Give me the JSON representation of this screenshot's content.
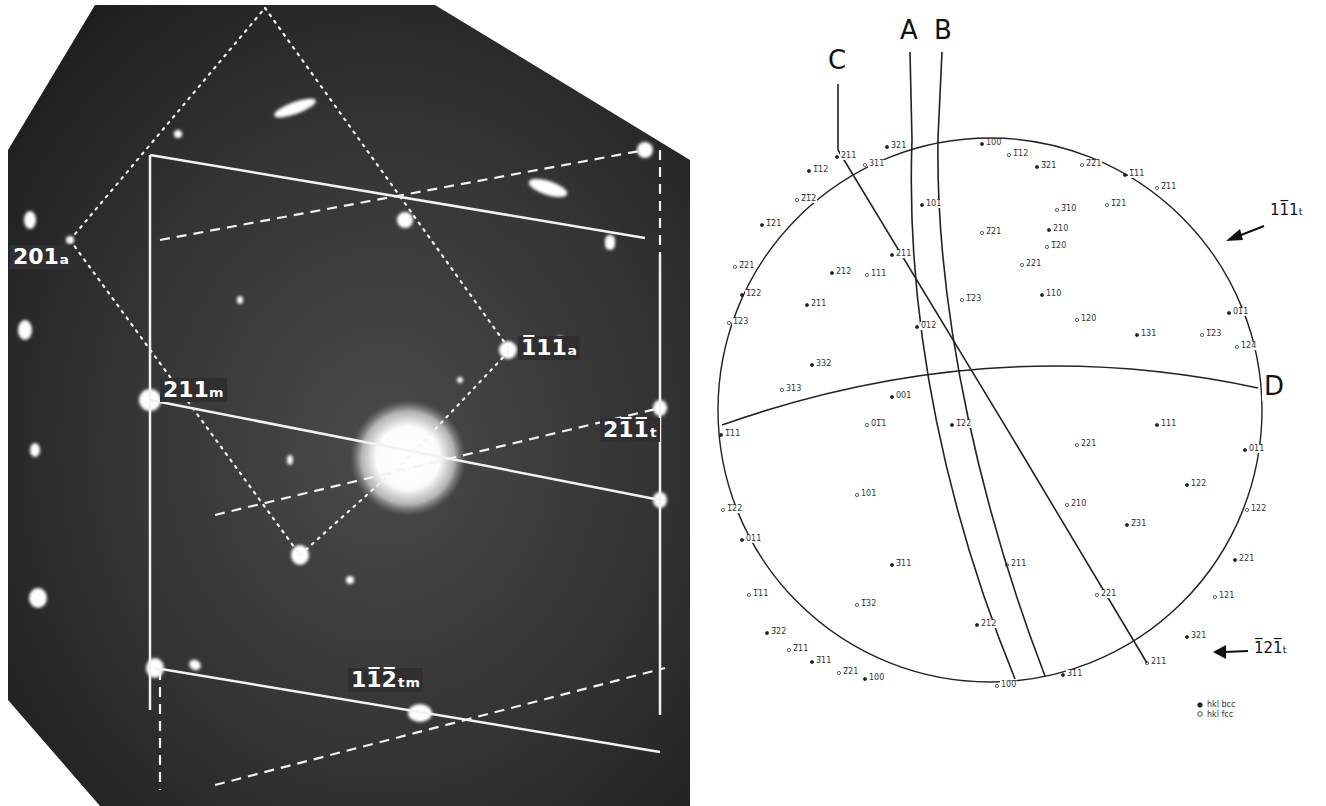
{
  "diagram": {
    "labels": [
      "201ₐ",
      "211ₘ",
      "1̅11ₐ",
      "21̅1̅ₜ",
      "11̅2̅ₜₘ",
      "A",
      "B",
      "C",
      "D",
      "11̅1ₜ",
      "1̅21̅ₜ",
      "100",
      "1̅12",
      "321",
      "2̅21",
      "1̅11",
      "2̅11",
      "211",
      "311",
      "1̅12",
      "2̅1̅2",
      "1̅21",
      "2̅21",
      "1̅22",
      "1̅23",
      "1̅11",
      "1̅22",
      "011",
      "1̅11",
      "3̅22",
      "2̅11",
      "3̅11",
      "2̅21",
      "100",
      "100",
      "311",
      "211",
      "321",
      "121",
      "221",
      "122",
      "011",
      "124",
      "011",
      "3̅10",
      "210",
      "1̅20",
      "101",
      "2̅21",
      "3̅21",
      "1̅21",
      "211",
      "111",
      "212",
      "1̅23",
      "0̅12",
      "221",
      "110",
      "120",
      "131",
      "1̅23",
      "001",
      "01̅1",
      "1̅22",
      "221",
      "111",
      "210",
      "2̅31",
      "211",
      "3̅11",
      "101",
      "122",
      "1̅32",
      "212",
      "221",
      "332",
      "313",
      "211"
    ],
    "legend": [
      {
        "text": "hkl bcc"
      },
      {
        "text": "hkl fcc"
      }
    ]
  }
}
